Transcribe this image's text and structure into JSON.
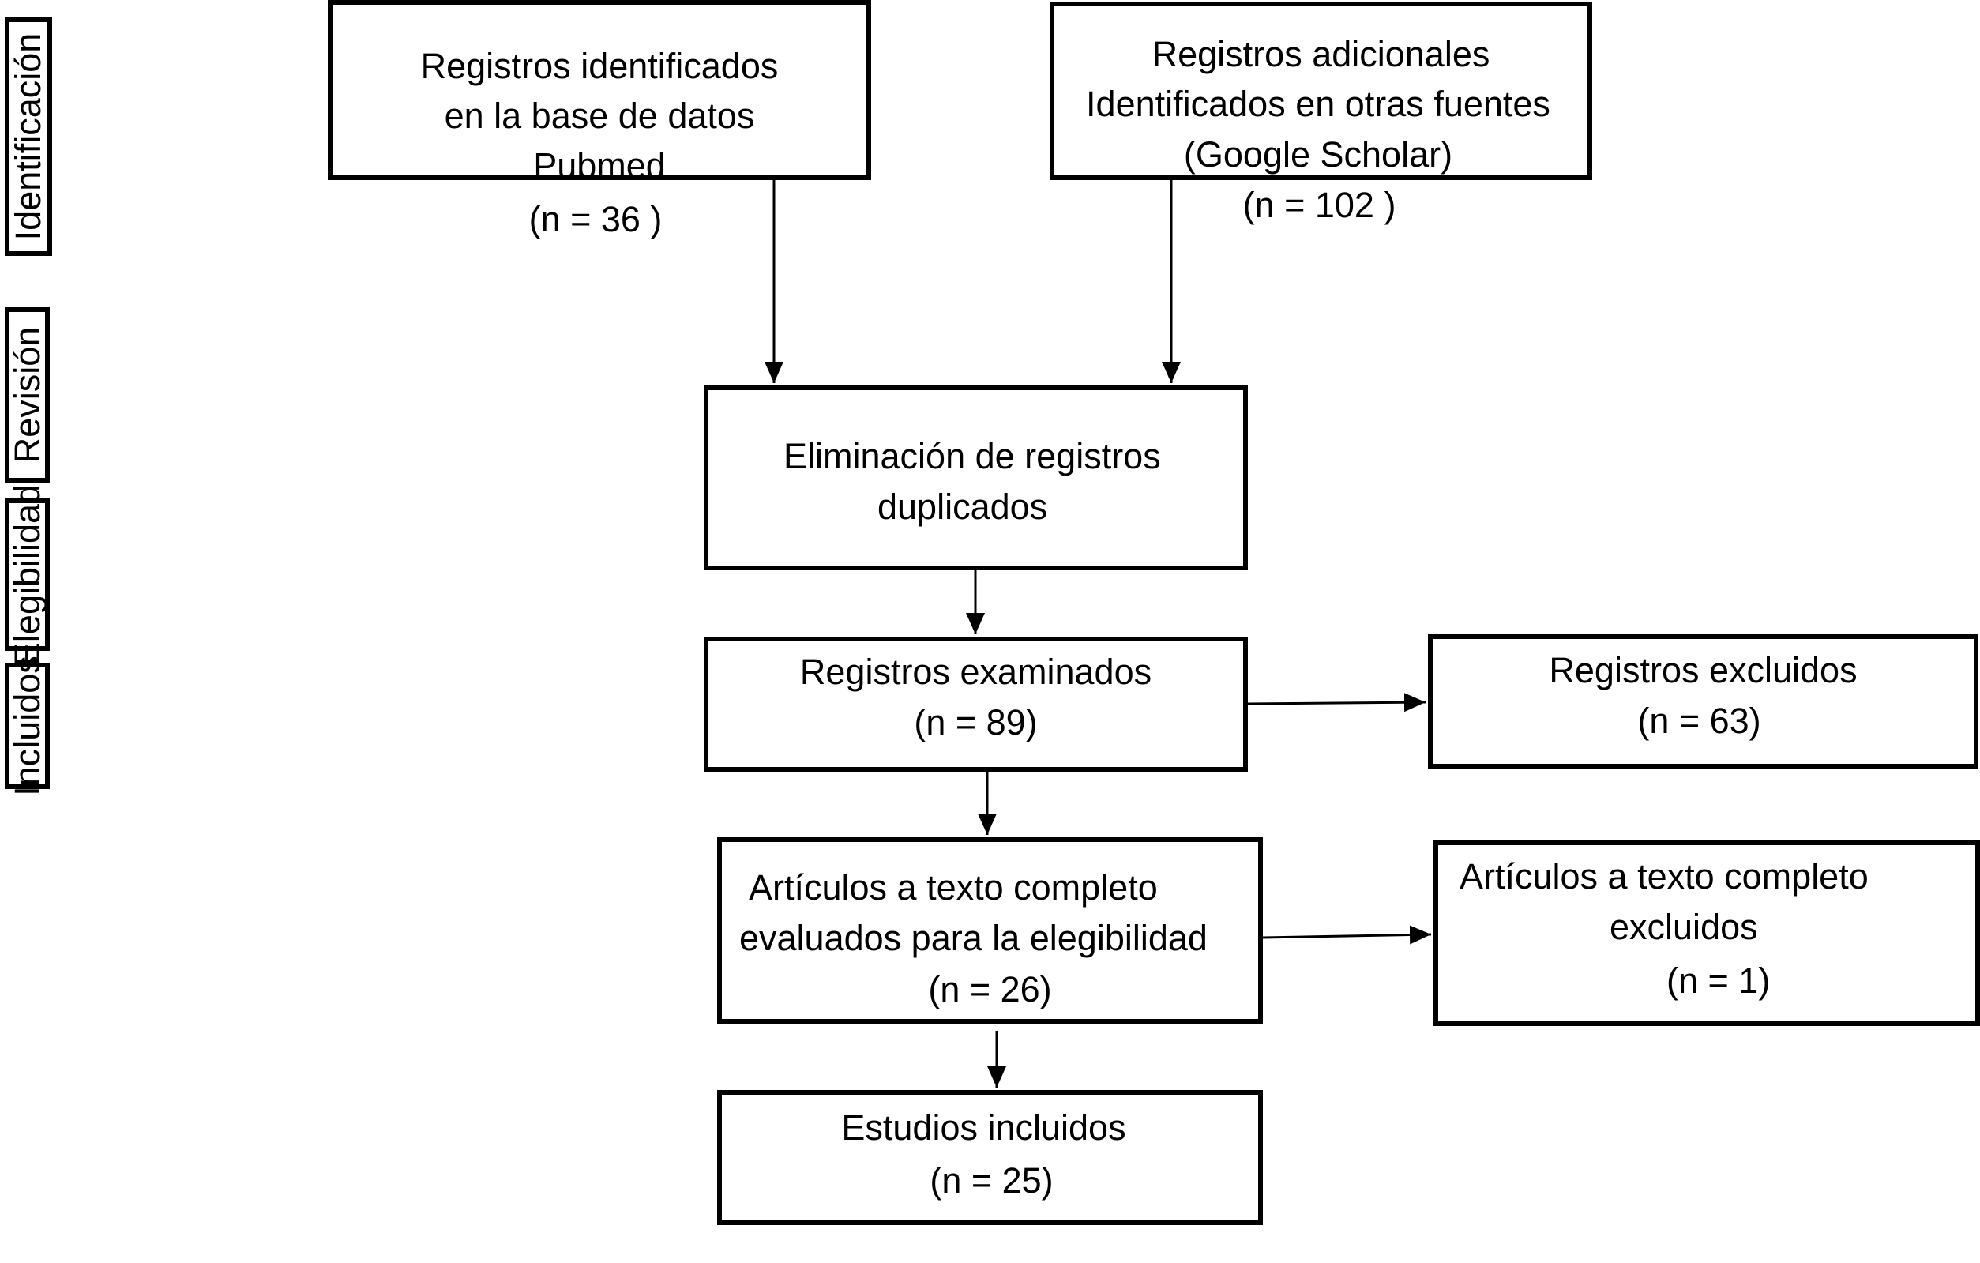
{
  "phases": {
    "identificacion": "Identificación",
    "revision": "Revisión",
    "elegibilidad": "Elegibilidad",
    "incluidos": "Incluidos"
  },
  "boxes": {
    "pubmed": {
      "line1": "Registros identificados",
      "line2": "en la base de datos",
      "line3": "Pubmed",
      "count": "(n = 36 )"
    },
    "otras_fuentes": {
      "line1": "Registros adicionales",
      "line2": "Identificados en otras fuentes",
      "line3": "(Google Scholar)",
      "count": "(n = 102 )"
    },
    "duplicados": {
      "line1": "Eliminación de registros",
      "line2": "duplicados"
    },
    "examinados": {
      "line1": "Registros examinados",
      "count": "(n = 89)"
    },
    "excluidos": {
      "line1": "Registros excluidos",
      "count": "(n = 63)"
    },
    "texto_completo": {
      "line1": "Artículos a texto completo",
      "line2": "evaluados para la elegibilidad",
      "count": "(n = 26)"
    },
    "texto_excluidos": {
      "line1": "Artículos a texto completo",
      "line2": "excluidos",
      "count": "(n = 1)"
    },
    "incluidos": {
      "line1": "Estudios incluidos",
      "count": "(n = 25)"
    }
  }
}
